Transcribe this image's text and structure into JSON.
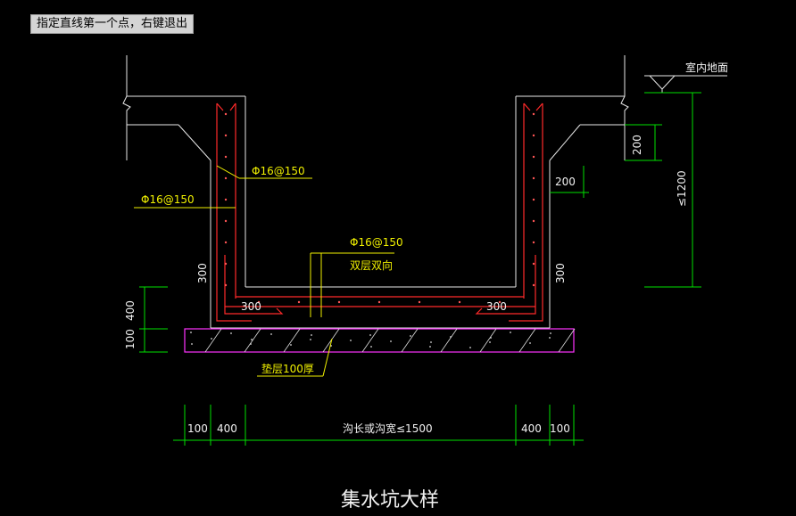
{
  "command_prompt": "指定直线第一个点，右键退出",
  "labels": {
    "indoor_ground": "室内地面",
    "rebar_wall_left_upper": "Φ16@150",
    "rebar_wall_left_lower": "Φ16@150",
    "rebar_bottom": "Φ16@150",
    "bottom_note": "双层双向",
    "cushion_note": "垫层100厚",
    "title": "集水坑大样"
  },
  "dimensions": {
    "right_top_200": "200",
    "right_depth": "≤1200",
    "mid_right_200": "200",
    "left_wall_300": "300",
    "right_wall_300": "300",
    "bottom_left_300": "300",
    "bottom_right_300": "300",
    "left_400": "400",
    "left_100": "100",
    "bot_100_left": "100",
    "bot_400_left": "400",
    "bot_span": "沟长或沟宽≤1500",
    "bot_400_right": "400",
    "bot_100_right": "100"
  },
  "colors": {
    "background": "#000000",
    "outline": "#e8e8e8",
    "rebar": "#ff2a2a",
    "dimension": "#00e000",
    "leader": "#f0f000",
    "cushion": "#ff33ff"
  }
}
